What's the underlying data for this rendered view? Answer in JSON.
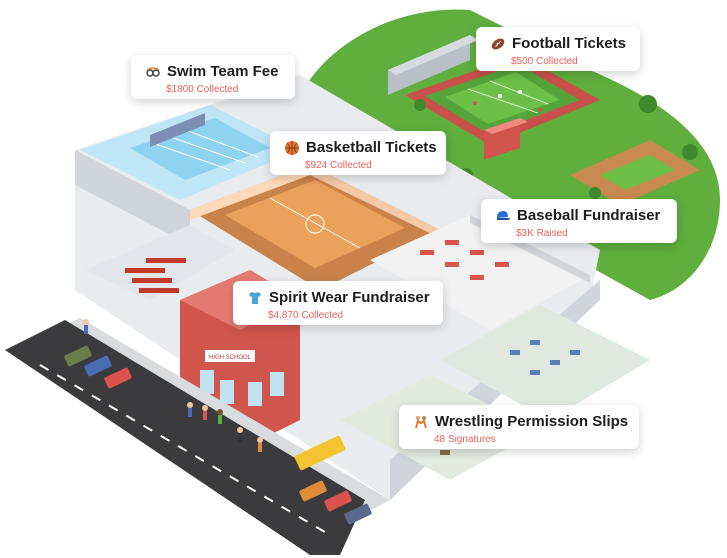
{
  "labels": {
    "football": {
      "title": "Football Tickets",
      "subtitle": "$500 Collected",
      "icon": "football-icon"
    },
    "swim": {
      "title": "Swim Team Fee",
      "subtitle": "$1800 Collected",
      "icon": "swim-goggles-icon"
    },
    "basketball": {
      "title": "Basketball Tickets",
      "subtitle": "$924 Collected",
      "icon": "basketball-icon"
    },
    "baseball": {
      "title": "Baseball Fundraiser",
      "subtitle": "$3K Raised",
      "icon": "baseball-cap-icon"
    },
    "spirit": {
      "title": "Spirit Wear Fundraiser",
      "subtitle": "$4,870 Collected",
      "icon": "tshirt-icon"
    },
    "wrestling": {
      "title": "Wrestling Permission Slips",
      "subtitle": "48 Signatures",
      "icon": "wrestlers-icon"
    }
  },
  "building": {
    "sign": "HIGH SCHOOL"
  },
  "colors": {
    "accent": "#e8605a",
    "grass": "#5fae3e",
    "track": "#c9514a",
    "road": "#3b3b3d",
    "pool": "#8fd3f0",
    "court": "#e9a15c",
    "brick": "#d0554c"
  }
}
